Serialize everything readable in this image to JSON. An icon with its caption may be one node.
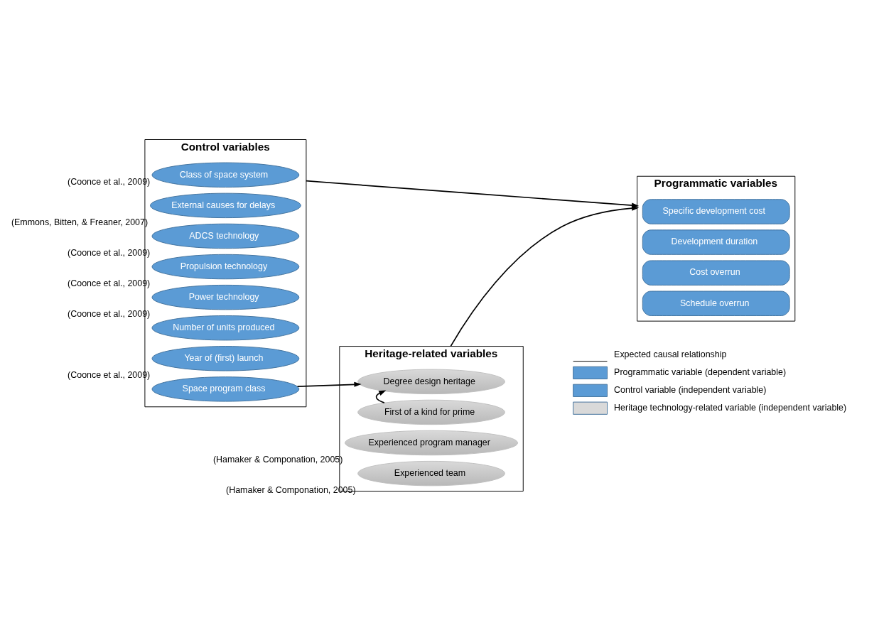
{
  "diagram": {
    "nodes": [
      {
        "text": [
          "Control variables"
        ]
      },
      {
        "text": [
          "Class of space system"
        ],
        "in": 0,
        "beside": [
          "(Coonce et al., 2009)"
        ]
      },
      {
        "text": [
          "External causes for delays"
        ],
        "in": 0,
        "beside": [
          "(Emmons, Bitten, & Freaner, 2007)"
        ]
      },
      {
        "text": [
          "ADCS technology"
        ],
        "in": 0,
        "beside": [
          "(Coonce et al., 2009)"
        ]
      },
      {
        "text": [
          "Propulsion technology"
        ],
        "in": 0,
        "beside": [
          "(Coonce et al., 2009)"
        ]
      },
      {
        "text": [
          "Power technology"
        ],
        "in": 0,
        "beside": [
          "(Coonce et al., 2009)"
        ]
      },
      {
        "text": [
          "Number of units produced"
        ],
        "in": 0
      },
      {
        "text": [
          "Year of (first) launch"
        ],
        "in": 0,
        "beside": [
          "(Coonce et al., 2009)"
        ]
      },
      {
        "text": [
          "Space program class"
        ],
        "in": 0
      },
      {
        "text": [
          "Programmatic variables"
        ]
      },
      {
        "text": [
          "Specific development cost"
        ],
        "in": 9
      },
      {
        "text": [
          "Development duration"
        ],
        "in": 9
      },
      {
        "text": [
          "Cost overrun"
        ],
        "in": 9
      },
      {
        "text": [
          "Schedule overrun"
        ],
        "in": 9
      },
      {
        "text": [
          "Heritage-related variables"
        ]
      },
      {
        "text": [
          "Degree design heritage"
        ],
        "in": 14
      },
      {
        "text": [
          "First of a kind for prime"
        ],
        "in": 14
      },
      {
        "text": [
          "Experienced program manager"
        ],
        "in": 14,
        "beside": [
          "(Hamaker & Componation, 2005)"
        ]
      },
      {
        "text": [
          "Experienced team"
        ],
        "in": 14,
        "beside": [
          "(Hamaker & Componation, 2005)"
        ]
      }
    ],
    "edges": [
      {
        "from": 0,
        "to": 9,
        "arrow": "to"
      },
      {
        "from": 14,
        "to": 9,
        "arrow": "to"
      },
      {
        "from": 8,
        "to": 15,
        "arrow": "to"
      },
      {
        "from": 16,
        "to": 15,
        "arrow": "to"
      }
    ],
    "legend": [
      {
        "text": "Expected causal relationship"
      },
      {
        "text": "Programmatic variable (dependent variable)",
        "color": "#5b9bd5"
      },
      {
        "text": "Control variable (independent variable)",
        "color": "#5b9bd5"
      },
      {
        "text": "Heritage technology-related variable (independent variable)",
        "color": "#d9d9d9"
      }
    ]
  }
}
